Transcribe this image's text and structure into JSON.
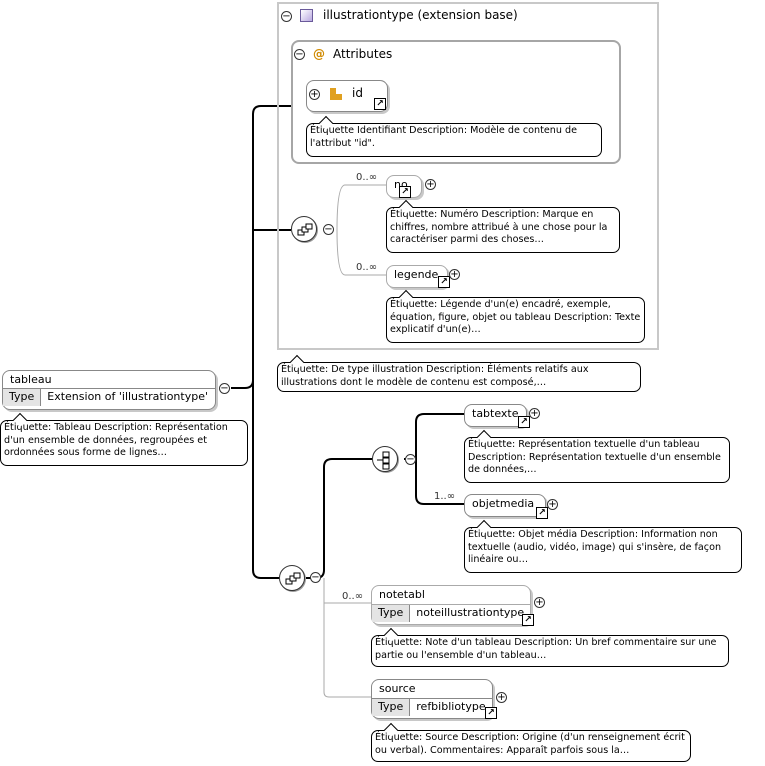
{
  "root": {
    "name": "tableau",
    "type_label": "Type",
    "type_value": "Extension of 'illustrationtype'",
    "doc": "Étiquette: Tableau Description: Représentation d'un ensemble de données, regroupées et ordonnées sous forme de lignes…"
  },
  "base": {
    "title": "illustrationtype (extension base)",
    "doc": "Étiquette: De type illustration Description: Éléments relatifs aux illustrations dont le modèle de contenu est composé,…",
    "attributes": {
      "label": "Attributes",
      "at_symbol": "@",
      "id_name": "id",
      "id_doc": "Étiquette Identifiant Description: Modèle de contenu de l'attribut \"id\"."
    },
    "no": {
      "name": "no",
      "occurs": "0..∞",
      "doc": "Étiquette: Numéro Description: Marque en chiffres, nombre attribué à une chose pour la caractériser parmi des choses…"
    },
    "legende": {
      "name": "legende",
      "occurs": "0..∞",
      "doc": "Étiquette: Légende d'un(e) encadré, exemple, équation, figure, objet ou tableau Description: Texte explicatif d'un(e)…"
    }
  },
  "choice": {
    "tabtexte": {
      "name": "tabtexte",
      "doc": "Étiquette: Représentation textuelle d'un tableau Description: Représentation textuelle d'un ensemble de données,…"
    },
    "objetmedia": {
      "name": "objetmedia",
      "occurs": "1..∞",
      "doc": "Étiquette: Objet média Description: Information non textuelle (audio, vidéo, image) qui s'insère, de façon linéaire ou…"
    }
  },
  "notetabl": {
    "name": "notetabl",
    "occurs": "0..∞",
    "type_label": "Type",
    "type_value": "noteillustrationtype",
    "doc": "Étiquette: Note d'un tableau Description: Un bref commentaire sur une partie ou l'ensemble d'un tableau…"
  },
  "source": {
    "name": "source",
    "type_label": "Type",
    "type_value": "refbibliotype",
    "doc": "Étiquette: Source Description: Origine (d'un renseignement écrit ou verbal). Commentaires: Apparaît parfois sous la…"
  },
  "icons": {
    "minus": "⊖",
    "plus": "+",
    "link": "↗",
    "collapse": "−"
  }
}
